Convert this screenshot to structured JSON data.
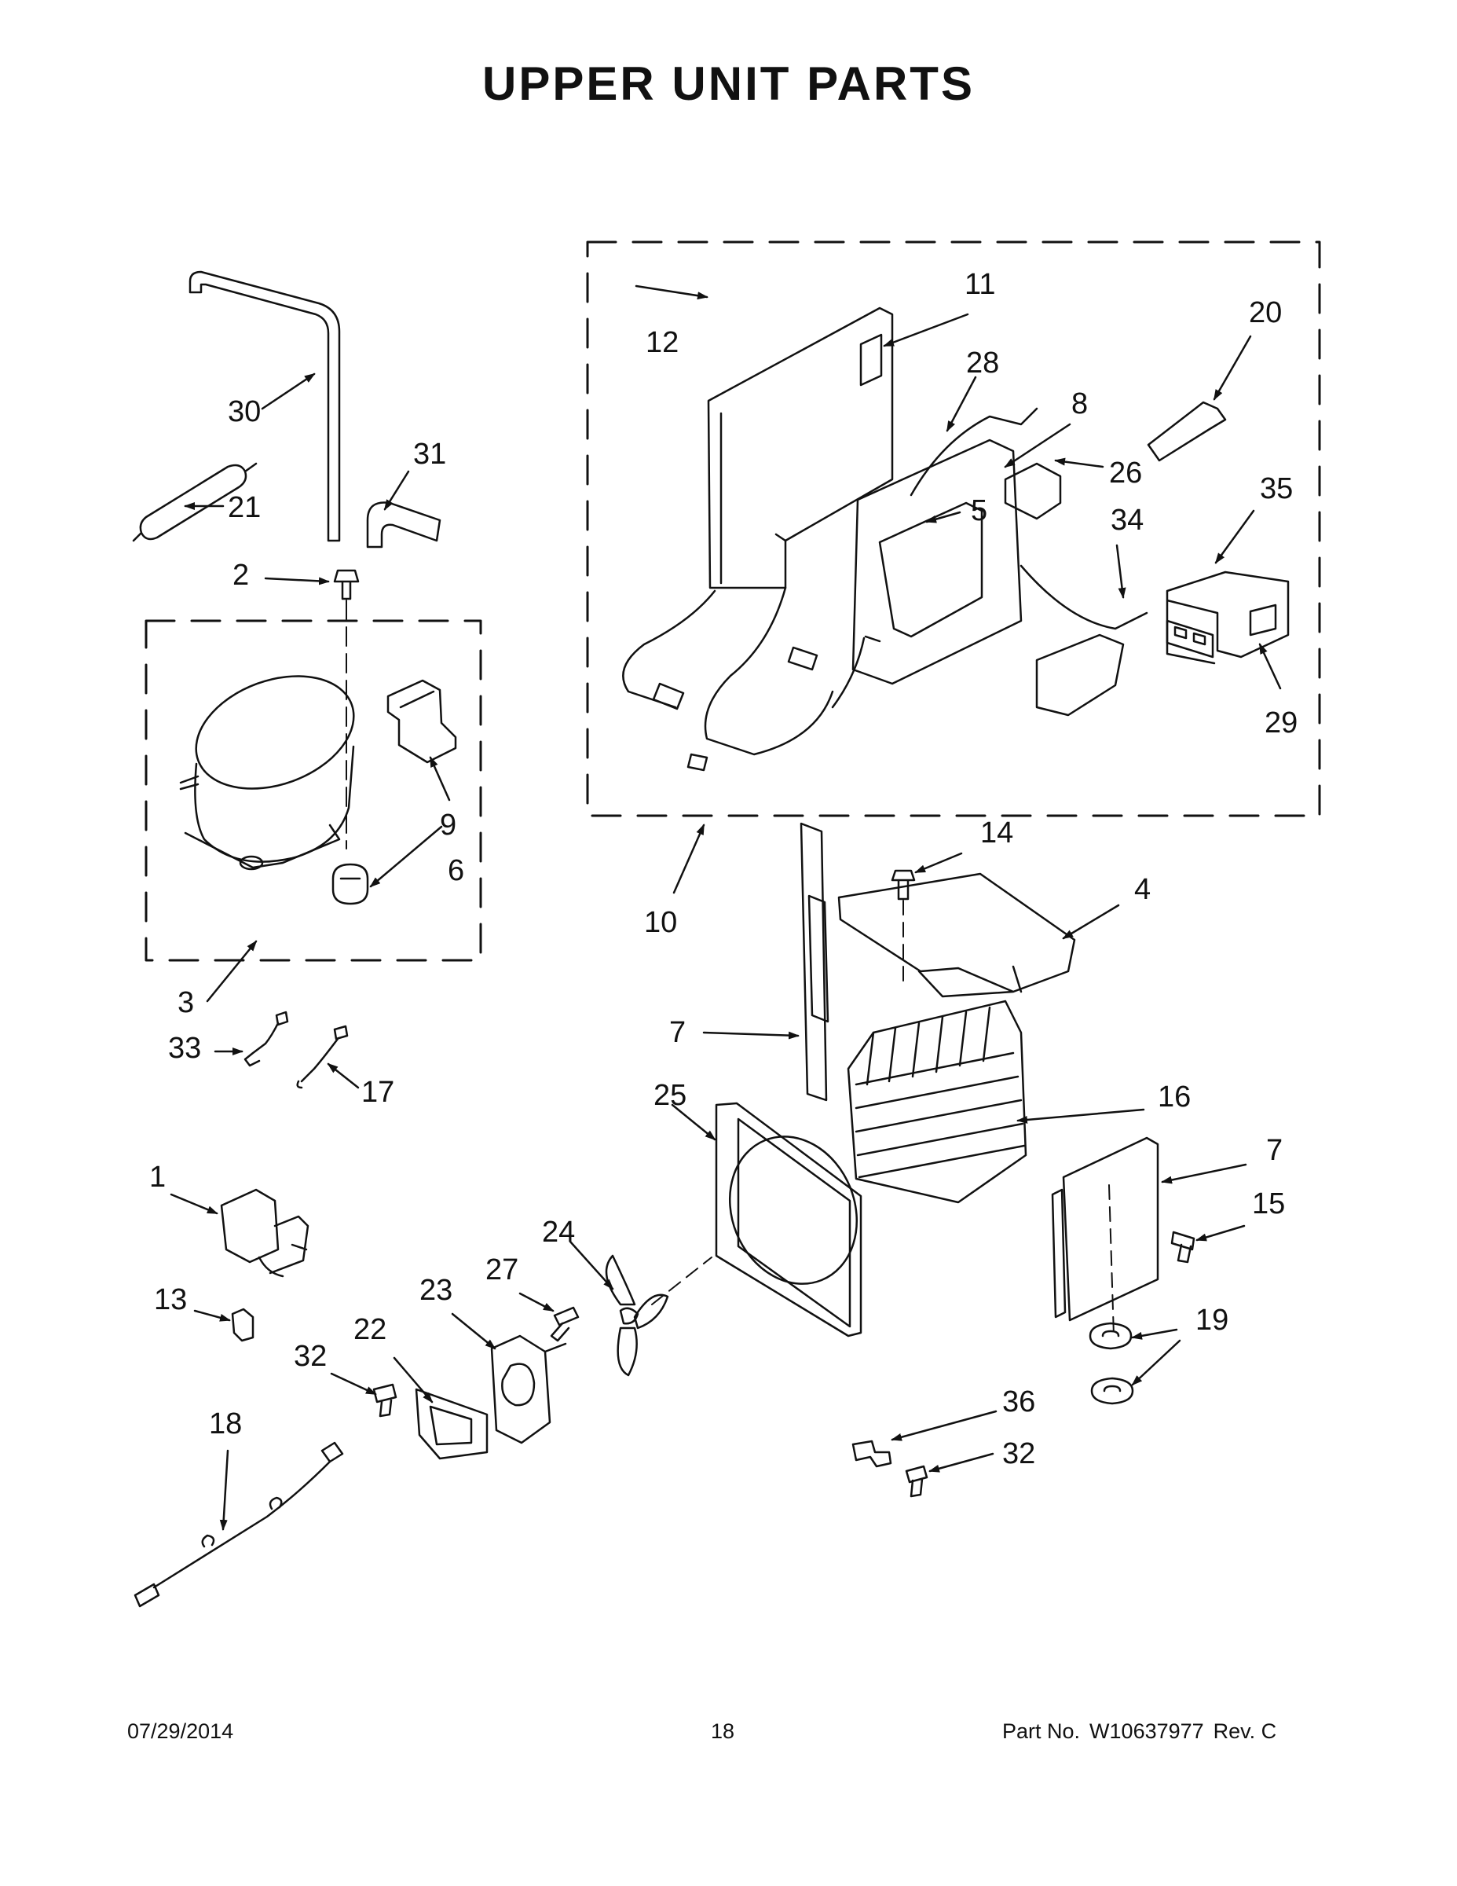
{
  "page": {
    "title": "UPPER UNIT PARTS",
    "footer": {
      "date": "07/29/2014",
      "page_number": "18",
      "part_label": "Part No.",
      "part_number": "W10637977",
      "revision": "Rev.  C"
    }
  },
  "callouts": [
    "1",
    "2",
    "3",
    "4",
    "5",
    "6",
    "7",
    "7",
    "8",
    "9",
    "10",
    "11",
    "12",
    "13",
    "14",
    "15",
    "16",
    "17",
    "18",
    "19",
    "20",
    "21",
    "22",
    "23",
    "24",
    "25",
    "26",
    "27",
    "28",
    "29",
    "30",
    "31",
    "32",
    "32",
    "33",
    "34",
    "35",
    "36"
  ]
}
